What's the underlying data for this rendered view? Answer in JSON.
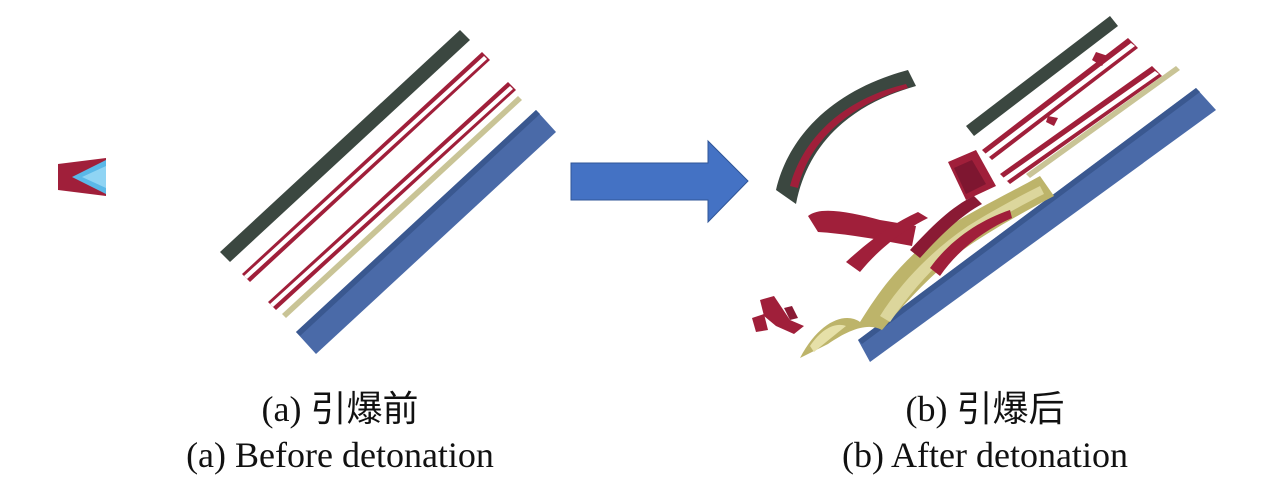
{
  "panel_a": {
    "caption_cn": "(a) 引爆前",
    "caption_en": "(a) Before detonation"
  },
  "panel_b": {
    "caption_cn": "(b) 引爆后",
    "caption_en": "(b) After detonation"
  },
  "colors": {
    "dark_plate": "#3b4740",
    "red_layer": "#a01f3a",
    "thin_plate": "#c9c496",
    "blue_plate": "#4a6aa8",
    "arrow": "#4472c4",
    "projectile_tip": "#5ab8e8",
    "debris_yellow": "#bdb46a"
  }
}
